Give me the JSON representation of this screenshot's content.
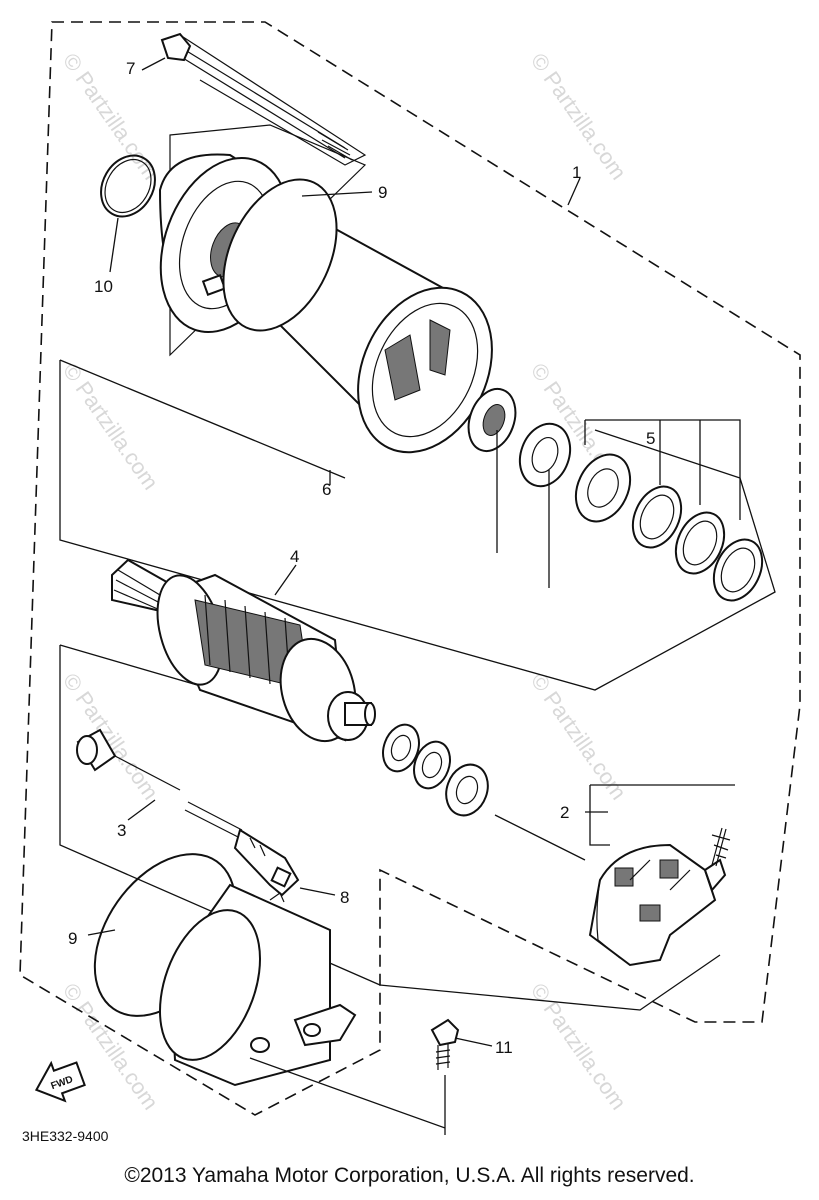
{
  "watermark": "© Partzilla.com",
  "direction_arrow": "FWD",
  "diagram_code": "3HE332-9400",
  "copyright": "©2013 Yamaha Motor Corporation, U.S.A. All rights reserved.",
  "callouts": {
    "c1": "1",
    "c2": "2",
    "c3": "3",
    "c4": "4",
    "c5": "5",
    "c6": "6",
    "c7": "7",
    "c8": "8",
    "c9_top": "9",
    "c9_bottom": "9",
    "c10": "10",
    "c11": "11"
  }
}
